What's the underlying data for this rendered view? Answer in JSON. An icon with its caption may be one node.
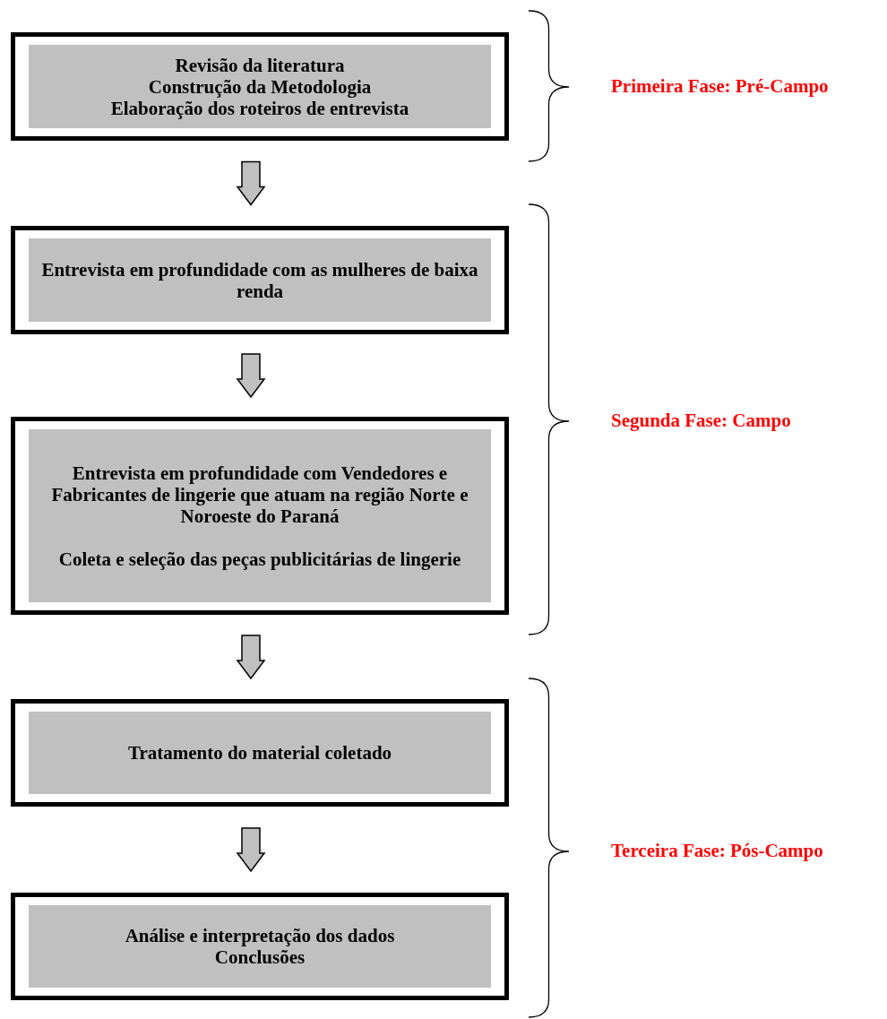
{
  "diagram": {
    "nodes": [
      {
        "text": [
          "Revisão da literatura",
          "Construção da Metodologia",
          "Elaboração dos roteiros de entrevista"
        ]
      },
      {
        "text": [
          "Entrevista em profundidade com as mulheres de baixa renda"
        ]
      },
      {
        "text": [
          "Entrevista em profundidade com Vendedores e Fabricantes de lingerie que atuam na região Norte e Noroeste do Paraná",
          "Coleta e seleção das peças publicitárias de lingerie"
        ]
      },
      {
        "text": [
          "Tratamento do material coletado"
        ]
      },
      {
        "text": [
          "Análise e interpretação dos dados",
          "Conclusões"
        ]
      }
    ],
    "edges": [
      {
        "from": 0,
        "to": 1,
        "arrow": "to"
      },
      {
        "from": 1,
        "to": 2,
        "arrow": "to"
      },
      {
        "from": 2,
        "to": 3,
        "arrow": "to"
      },
      {
        "from": 3,
        "to": 4,
        "arrow": "to"
      }
    ],
    "labels": [
      "Primeira Fase: Pré-Campo",
      "Segunda Fase: Campo",
      "Terceira Fase: Pós-Campo"
    ]
  }
}
